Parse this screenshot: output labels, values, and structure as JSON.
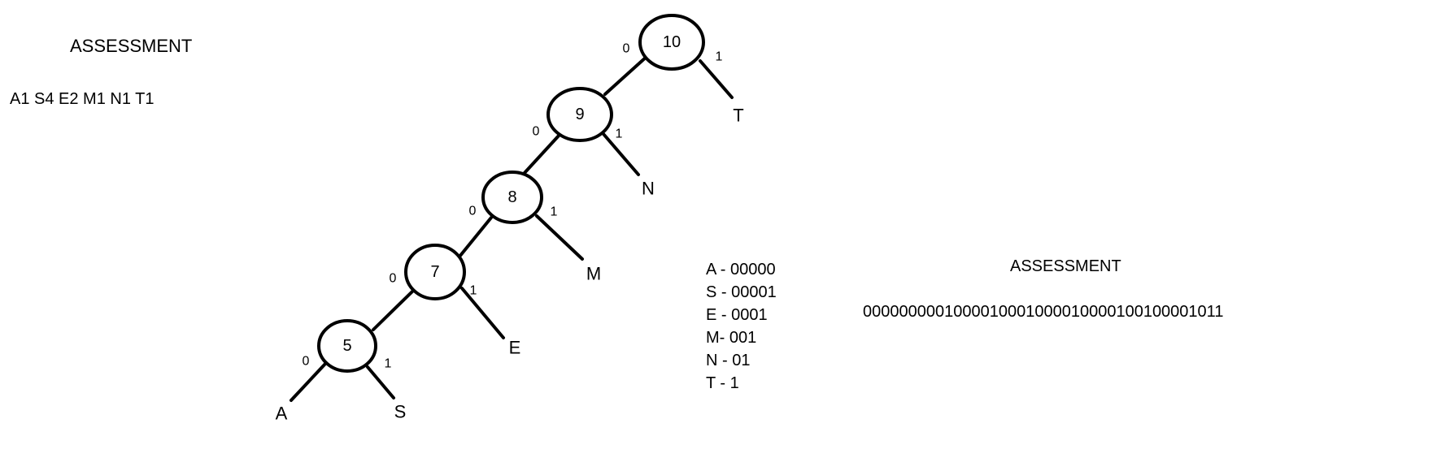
{
  "left_panel": {
    "title": "ASSESSMENT",
    "frequencies": "A1 S4 E2 M1 N1 T1"
  },
  "tree": {
    "nodes": [
      {
        "id": "n10",
        "label": "10"
      },
      {
        "id": "n9",
        "label": "9"
      },
      {
        "id": "n8",
        "label": "8"
      },
      {
        "id": "n7",
        "label": "7"
      },
      {
        "id": "n5",
        "label": "5"
      }
    ],
    "leaves": [
      {
        "id": "T",
        "label": "T"
      },
      {
        "id": "N",
        "label": "N"
      },
      {
        "id": "M",
        "label": "M"
      },
      {
        "id": "E",
        "label": "E"
      },
      {
        "id": "A",
        "label": "A"
      },
      {
        "id": "S",
        "label": "S"
      }
    ],
    "edges": [
      {
        "from": "n10",
        "to": "n9",
        "bit": "0"
      },
      {
        "from": "n10",
        "to": "T",
        "bit": "1"
      },
      {
        "from": "n9",
        "to": "n8",
        "bit": "0"
      },
      {
        "from": "n9",
        "to": "N",
        "bit": "1"
      },
      {
        "from": "n8",
        "to": "n7",
        "bit": "0"
      },
      {
        "from": "n8",
        "to": "M",
        "bit": "1"
      },
      {
        "from": "n7",
        "to": "n5",
        "bit": "0"
      },
      {
        "from": "n7",
        "to": "E",
        "bit": "1"
      },
      {
        "from": "n5",
        "to": "A",
        "bit": "0"
      },
      {
        "from": "n5",
        "to": "S",
        "bit": "1"
      }
    ]
  },
  "codes": [
    "A - 00000",
    "S - 00001",
    "E - 0001",
    "M- 001",
    "N - 01",
    "T - 1"
  ],
  "right_panel": {
    "title": "ASSESSMENT",
    "encoded": "0000000001000010001000010000100100001011"
  }
}
